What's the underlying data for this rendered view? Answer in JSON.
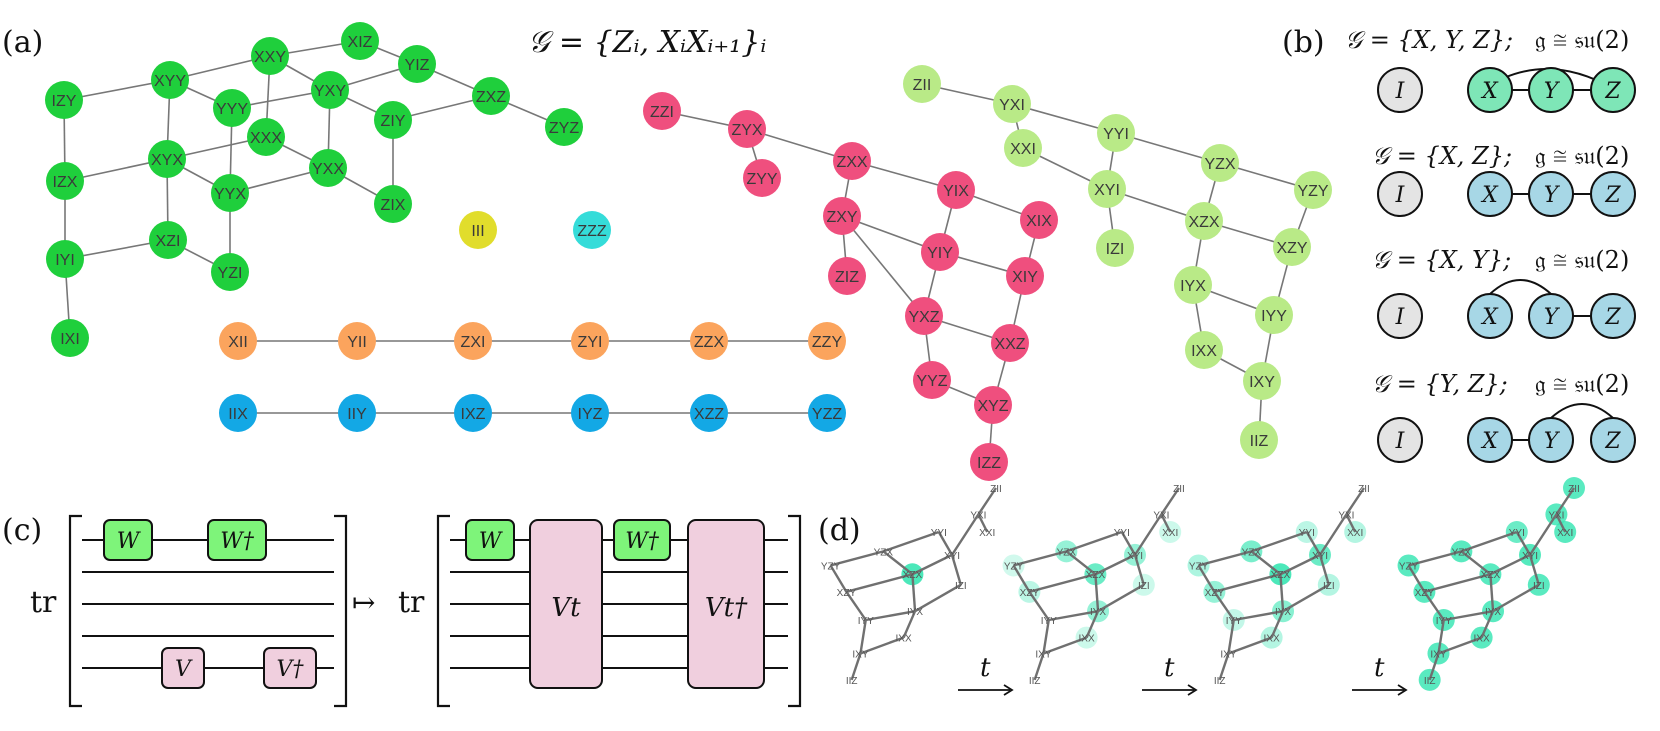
{
  "panel_labels": {
    "a": "(a)",
    "b": "(b)",
    "c": "(c)",
    "d": "(d)"
  },
  "colors": {
    "green": "#1fcf3c",
    "magenta": "#ef4f7e",
    "lightgreen": "#b9ea87",
    "orange": "#fba45d",
    "blue": "#13a8e5",
    "yellow": "#e1dd2c",
    "cyan": "#35dcd9",
    "node_b_green": "#7ee6b7",
    "node_b_blue": "#a7d7e6",
    "node_b_gray": "#e4e4e4",
    "gate_green": "#7ef47a",
    "gate_pink": "#f0cfde",
    "teal_glow": "#39e6b3"
  },
  "panel_a": {
    "generator_set": "𝒢 = {Zᵢ, XᵢXᵢ₊₁}ᵢ",
    "nodes": {
      "IZY": "IZY",
      "XYY": "XYY",
      "XXY": "XXY",
      "XIZ": "XIZ",
      "YIZ": "YIZ",
      "YYY": "YYY",
      "YXY": "YXY",
      "XXX": "XXX",
      "ZXZ": "ZXZ",
      "ZIY": "ZIY",
      "ZYZ": "ZYZ",
      "IZX": "IZX",
      "XYX": "XYX",
      "YYX": "YYX",
      "YXX": "YXX",
      "ZIX": "ZIX",
      "IYI": "IYI",
      "XZI": "XZI",
      "YZI": "YZI",
      "IXI": "IXI",
      "III": "III",
      "ZZZ": "ZZZ",
      "ZZI": "ZZI",
      "ZYX": "ZYX",
      "ZYY": "ZYY",
      "ZXX": "ZXX",
      "YIX": "YIX",
      "XIX": "XIX",
      "ZXY": "ZXY",
      "YIY": "YIY",
      "ZIZ": "ZIZ",
      "XIY": "XIY",
      "YXZ": "YXZ",
      "XXZ": "XXZ",
      "YYZ": "YYZ",
      "XYZ": "XYZ",
      "IZZ": "IZZ",
      "ZII": "ZII",
      "YXI": "YXI",
      "XXI": "XXI",
      "YYI": "YYI",
      "YZX": "YZX",
      "YZY": "YZY",
      "XYI": "XYI",
      "XZX": "XZX",
      "IZI": "IZI",
      "XZY": "XZY",
      "IYX": "IYX",
      "IYY": "IYY",
      "IXX": "IXX",
      "IXY": "IXY",
      "IIZ": "IIZ",
      "XII": "XII",
      "YII": "YII",
      "ZXI": "ZXI",
      "ZYI": "ZYI",
      "ZZX": "ZZX",
      "ZZY": "ZZY",
      "IIX": "IIX",
      "IIY": "IIY",
      "IXZ": "IXZ",
      "IYZ": "IYZ",
      "XZZ": "XZZ",
      "YZZ": "YZZ"
    }
  },
  "panel_b": {
    "rows": [
      {
        "title": "𝒢 = {X, Y, Z};",
        "algebra": "𝔤 ≅ 𝔰𝔲(2)",
        "node_color": "node_b_green"
      },
      {
        "title": "𝒢 = {X, Z};",
        "algebra": "𝔤 ≅ 𝔰𝔲(2)",
        "node_color": "node_b_blue"
      },
      {
        "title": "𝒢 = {X, Y};",
        "algebra": "𝔤 ≅ 𝔰𝔲(2)",
        "node_color": "node_b_blue"
      },
      {
        "title": "𝒢 = {Y, Z};",
        "algebra": "𝔤 ≅ 𝔰𝔲(2)",
        "node_color": "node_b_blue"
      }
    ],
    "identity": "I",
    "x": "X",
    "y": "Y",
    "z": "Z"
  },
  "panel_c": {
    "tr": "tr",
    "maps_to": "↦",
    "W": "W",
    "Wdag": "W†",
    "V": "V",
    "Vdag": "V†",
    "Vt": "Vt",
    "Vtdag": "Vt†"
  },
  "panel_d": {
    "t": "t",
    "labels": {
      "ZII": "ZII",
      "YXI": "YXI",
      "XXI": "XXI",
      "YYI": "YYI",
      "YZX": "YZX",
      "YZY": "YZY",
      "XYI": "XYI",
      "XZX": "XZX",
      "IZI": "IZI",
      "XZY": "XZY",
      "IYX": "IYX",
      "IYY": "IYY",
      "IXX": "IXX",
      "IXY": "IXY",
      "IIZ": "IIZ"
    }
  }
}
